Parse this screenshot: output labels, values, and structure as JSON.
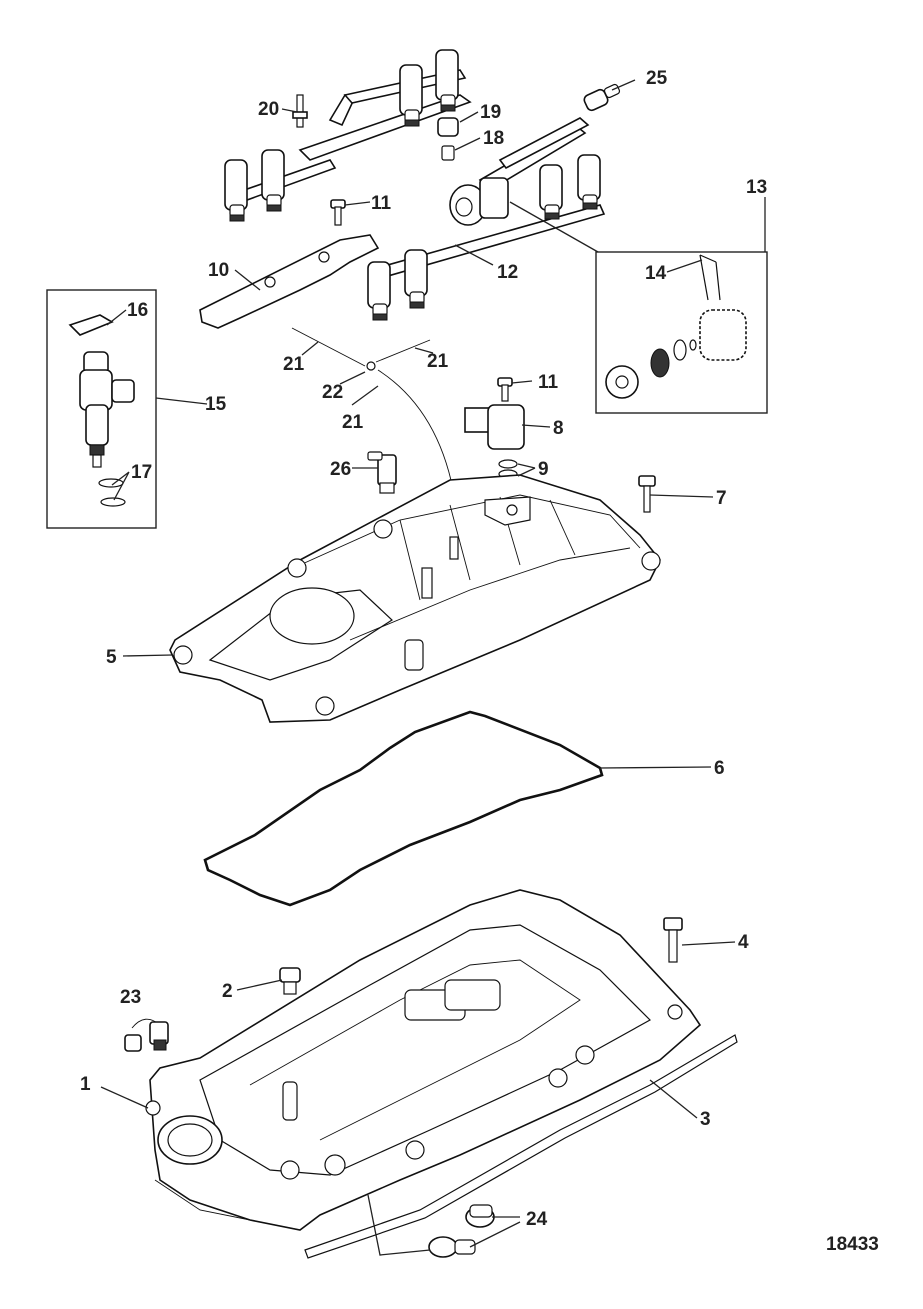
{
  "figure_number": "18433",
  "callouts": [
    {
      "id": "1",
      "text": "1"
    },
    {
      "id": "2",
      "text": "2"
    },
    {
      "id": "3",
      "text": "3"
    },
    {
      "id": "4",
      "text": "4"
    },
    {
      "id": "5",
      "text": "5"
    },
    {
      "id": "6",
      "text": "6"
    },
    {
      "id": "7",
      "text": "7"
    },
    {
      "id": "8",
      "text": "8"
    },
    {
      "id": "9",
      "text": "9"
    },
    {
      "id": "10",
      "text": "10"
    },
    {
      "id": "11a",
      "text": "11"
    },
    {
      "id": "11b",
      "text": "11"
    },
    {
      "id": "12",
      "text": "12"
    },
    {
      "id": "13",
      "text": "13"
    },
    {
      "id": "14",
      "text": "14"
    },
    {
      "id": "15",
      "text": "15"
    },
    {
      "id": "16",
      "text": "16"
    },
    {
      "id": "17",
      "text": "17"
    },
    {
      "id": "18",
      "text": "18"
    },
    {
      "id": "19",
      "text": "19"
    },
    {
      "id": "20",
      "text": "20"
    },
    {
      "id": "21a",
      "text": "21"
    },
    {
      "id": "21b",
      "text": "21"
    },
    {
      "id": "21c",
      "text": "21"
    },
    {
      "id": "22",
      "text": "22"
    },
    {
      "id": "23",
      "text": "23"
    },
    {
      "id": "24",
      "text": "24"
    },
    {
      "id": "25",
      "text": "25"
    },
    {
      "id": "26",
      "text": "26"
    }
  ]
}
